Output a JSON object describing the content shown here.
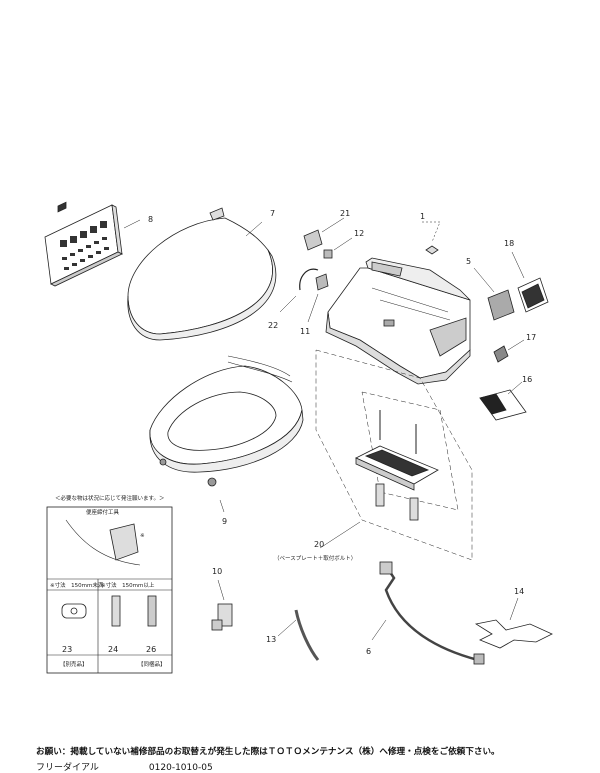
{
  "parts": [
    {
      "no": "1"
    },
    {
      "no": "5"
    },
    {
      "no": "6"
    },
    {
      "no": "7"
    },
    {
      "no": "8"
    },
    {
      "no": "9"
    },
    {
      "no": "10"
    },
    {
      "no": "11"
    },
    {
      "no": "12"
    },
    {
      "no": "13"
    },
    {
      "no": "14"
    },
    {
      "no": "16"
    },
    {
      "no": "17"
    },
    {
      "no": "18"
    },
    {
      "no": "20"
    },
    {
      "no": "21"
    },
    {
      "no": "22"
    },
    {
      "no": "23"
    },
    {
      "no": "24"
    },
    {
      "no": "26"
    }
  ],
  "base_plate_note": "（ベースプレート＋取付ボルト）",
  "inset": {
    "caption": "＜必要な物は状況に応じて発注願います。＞",
    "tool_label": "便座締付工具",
    "mark": "※",
    "col_left": "※寸法　150mm未満",
    "col_right": "※寸法　150mm以上",
    "sold_separately": "【別売品】",
    "included": "【同梱品】"
  },
  "footer": {
    "note": "お願い：掲載していない補修部品のお取替えが発生した際はＴＯＴＯメンテナンス（株）へ修理・点検をご依頼下さい。",
    "freedial_label": "フリーダイアル",
    "freedial_number": "0120-1010-05"
  }
}
